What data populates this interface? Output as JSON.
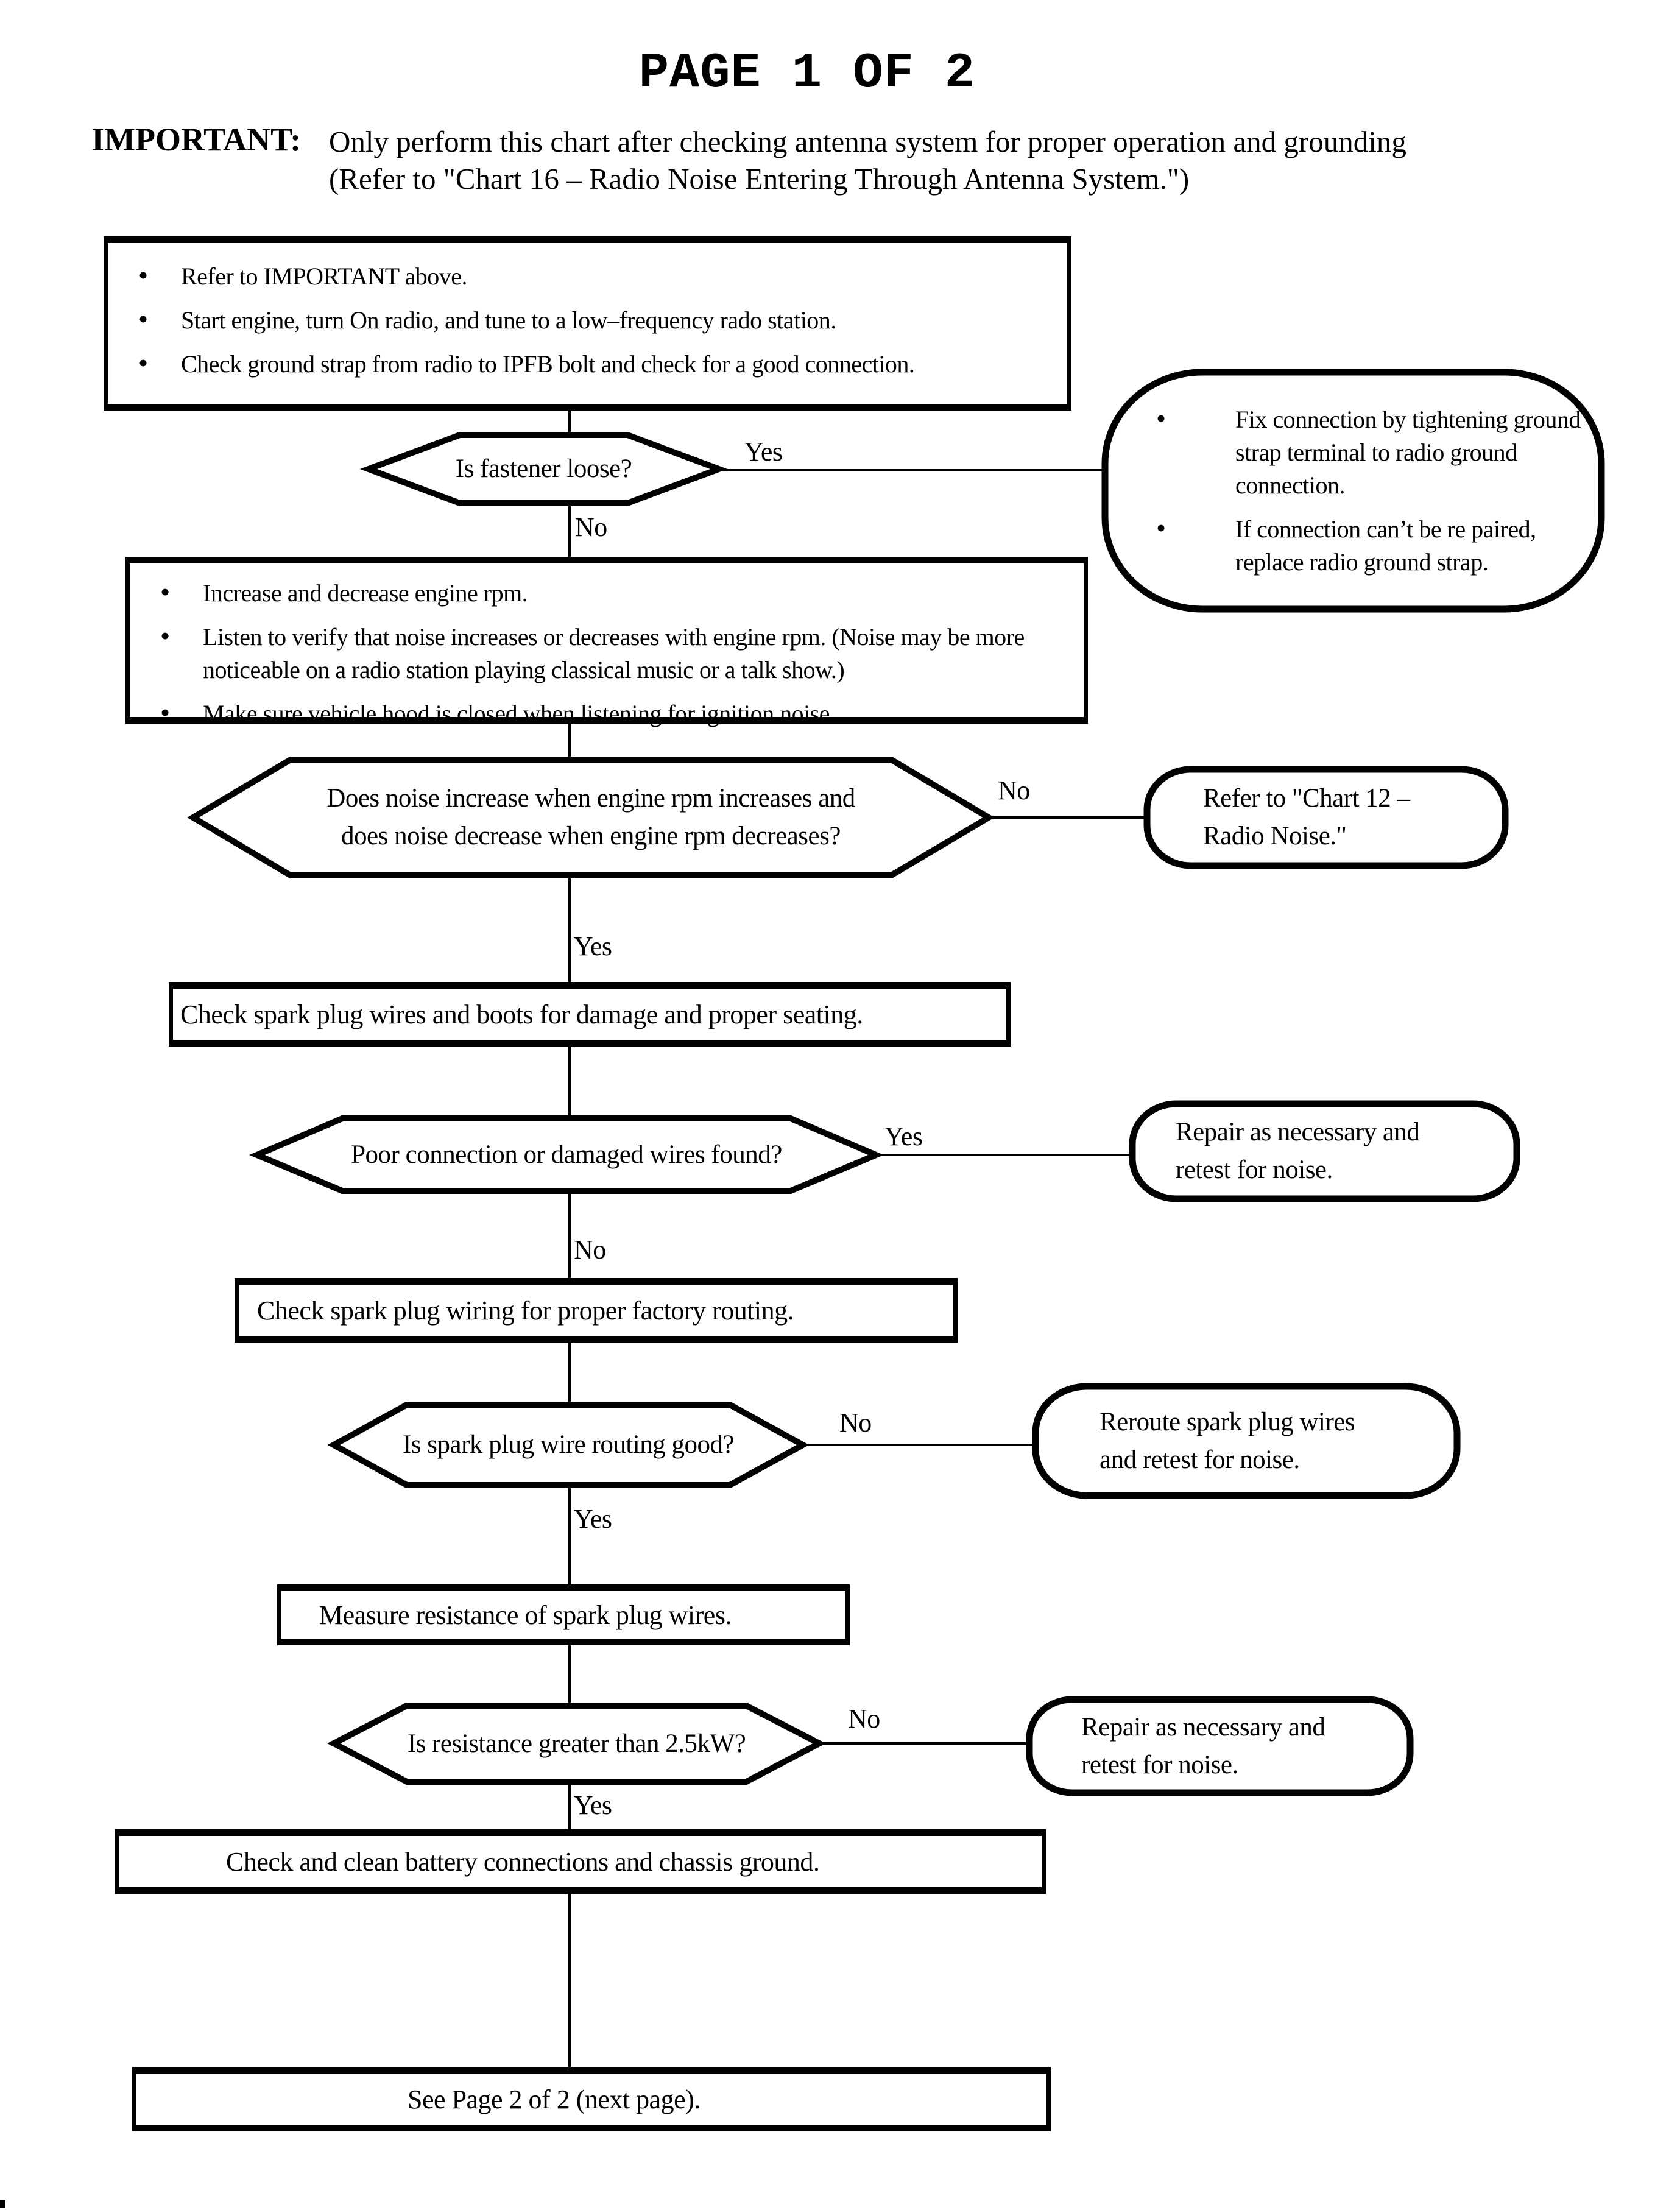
{
  "colors": {
    "ink": "#000000",
    "paper": "#ffffff"
  },
  "page": {
    "title": "PAGE 1 OF 2"
  },
  "important": {
    "label": "IMPORTANT:",
    "line1": "Only perform this chart after checking antenna system for proper operation and grounding",
    "line2": "(Refer to \"Chart 16 – Radio Noise Entering Through Antenna System.\")"
  },
  "labels": {
    "yes": "Yes",
    "no": "No"
  },
  "flow": {
    "start_box": {
      "bullets": [
        "Refer to IMPORTANT above.",
        "Start engine, turn On radio, and tune to a low–frequency rado station.",
        "Check ground strap from radio to IPFB bolt and check for a good connection."
      ]
    },
    "decision_fastener": {
      "question": "Is fastener loose?"
    },
    "fix_connection_result": {
      "bullets": [
        "Fix connection by tightening ground strap terminal to radio ground connection.",
        "If connection can’t be re paired, replace radio ground strap."
      ]
    },
    "rpm_box": {
      "bullets": [
        "Increase and decrease engine rpm.",
        "Listen to verify that noise increases or decreases with engine rpm. (Noise may be more noticeable on a radio station playing classical music or a talk show.)",
        "Make sure vehicle hood is closed when listening for ignition noise."
      ]
    },
    "decision_noise_rpm": {
      "line1": "Does noise increase when engine rpm increases and",
      "line2": "does noise decrease when engine rpm decreases?"
    },
    "chart12_result": {
      "line1": "Refer to \"Chart 12 –",
      "line2": "Radio Noise.\""
    },
    "check_wires_box": {
      "text": "Check spark plug wires and boots for damage and proper seating."
    },
    "decision_poor_connection": {
      "question": "Poor connection or damaged wires found?"
    },
    "repair_result_1": {
      "line1": "Repair as necessary and",
      "line2": "retest for noise."
    },
    "check_routing_box": {
      "text": "Check spark plug wiring for proper factory routing."
    },
    "decision_routing": {
      "question": "Is spark plug wire routing good?"
    },
    "reroute_result": {
      "line1": "Reroute spark plug wires",
      "line2": "and  retest for noise."
    },
    "measure_box": {
      "text": "Measure resistance of spark plug wires."
    },
    "decision_resistance": {
      "question": "Is resistance greater than 2.5kW?"
    },
    "repair_result_2": {
      "line1": "Repair as necessary and",
      "line2": "retest for noise."
    },
    "battery_box": {
      "text": "Check and clean battery connections and chassis ground."
    },
    "see_page2_box": {
      "text": "See Page 2 of 2 (next page)."
    }
  }
}
